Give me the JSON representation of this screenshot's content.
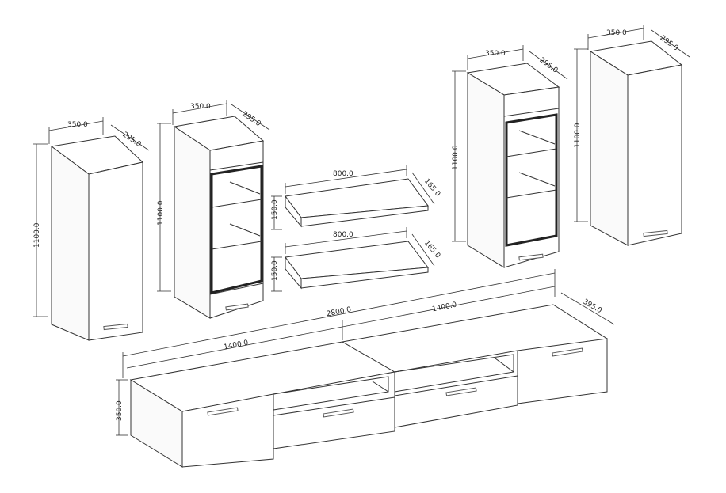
{
  "dimensions": {
    "cab1_width": "350.0",
    "cab1_depth": "295.0",
    "cab1_height": "1100.0",
    "cab2_width": "350.0",
    "cab2_depth": "295.0",
    "cab2_height": "1100.0",
    "cab3_width": "350.0",
    "cab3_depth": "295.0",
    "cab3_height": "1100.0",
    "cab4_width": "350.0",
    "cab4_depth": "295.0",
    "cab4_height": "1100.0",
    "shelf1_width": "800.0",
    "shelf1_depth": "165.0",
    "shelf1_height": "150.0",
    "shelf2_width": "800.0",
    "shelf2_depth": "165.0",
    "shelf2_height": "150.0",
    "tv_total": "2800.0",
    "tv_left": "1400.0",
    "tv_right": "1400.0",
    "tv_depth": "395.0",
    "tv_height": "350.0"
  }
}
